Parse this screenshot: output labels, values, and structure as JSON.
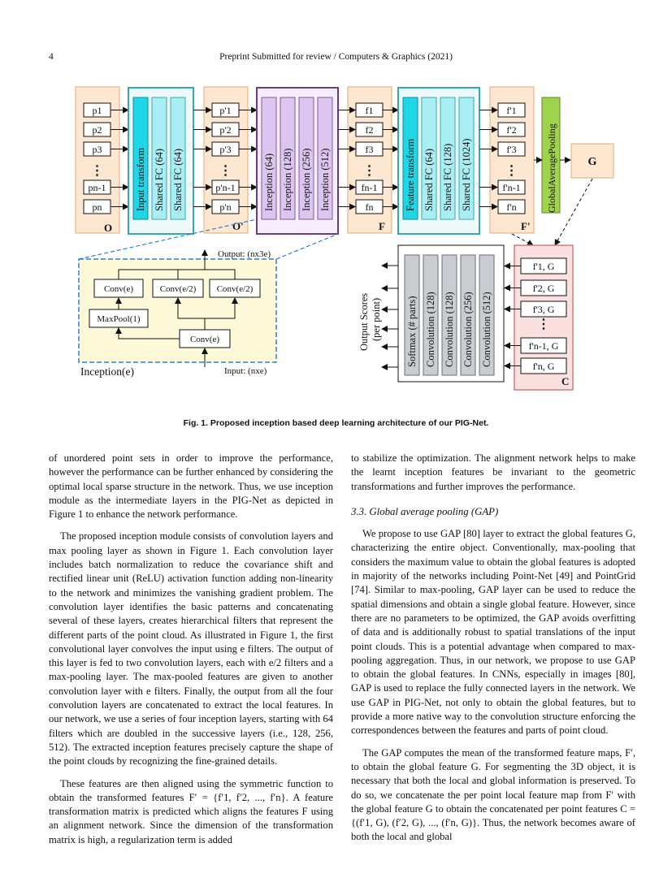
{
  "header": {
    "page_number": "4",
    "title": "Preprint Submitted for review / Computers & Graphics (2021)"
  },
  "figure": {
    "caption": "Fig. 1. Proposed inception based deep learning architecture of our PIG-Net.",
    "points_O": [
      "p1",
      "p2",
      "p3",
      "…",
      "pn-1",
      "pn"
    ],
    "points_O_prime": [
      "p'1",
      "p'2",
      "p'3",
      "…",
      "p'n-1",
      "p'n"
    ],
    "features_F": [
      "f1",
      "f2",
      "f3",
      "…",
      "fn-1",
      "fn"
    ],
    "features_F_prime": [
      "f'1",
      "f'2",
      "f'3",
      "…",
      "f'n-1",
      "f'n"
    ],
    "concat_C": [
      "f'1, G",
      "f'2, G",
      "f'3, G",
      "…",
      "f'n-1, G",
      "f'n, G"
    ],
    "label_O": "O",
    "label_O_prime": "O'",
    "label_F": "F",
    "label_F_prime": "F'",
    "label_G": "G",
    "label_C": "C",
    "input_block": [
      "Input transform",
      "Shared FC (64)",
      "Shared FC (64)"
    ],
    "inception_block": [
      "Inception  (64)",
      "Inception (128)",
      "Inception (256)",
      "Inception (512)"
    ],
    "feature_block": [
      "Feature transform",
      "Shared FC (64)",
      "Shared FC (128)",
      "Shared FC (1024)"
    ],
    "gap_label": "GlobalAveragePooling",
    "seg_block": [
      "Softmax (# parts)",
      "Convolution (128)",
      "Convolution (128)",
      "Convolution (256)",
      "Convolution (512)"
    ],
    "output_scores": [
      "Output Scores",
      "(per point)"
    ],
    "inception_detail": {
      "title": "Inception(e)",
      "output": "Output: (nx3e)",
      "input": "Input: (nxe)",
      "conv_e_left": "Conv(e)",
      "conv_e2_a": "Conv(e/2)",
      "conv_e2_b": "Conv(e/2)",
      "maxpool": "MaxPool(1)",
      "conv_e_bottom": "Conv(e)"
    }
  },
  "left_column": [
    "of unordered point sets in order to improve the performance, however the performance can be further enhanced by considering the optimal local sparse structure in the network. Thus, we use inception module as the intermediate layers in the PIG-Net as depicted in Figure 1 to enhance the network performance.",
    "The proposed inception module consists of convolution layers and max pooling layer as shown in Figure 1.  Each convolution layer includes batch normalization to reduce the covariance shift and rectified linear unit (ReLU) activation function adding non-linearity to the network and minimizes the vanishing gradient problem.  The convolution layer identifies the basic patterns and concatenating several of these layers, creates hierarchical filters that represent the different parts of the point cloud.  As illustrated in Figure 1, the first convolutional layer convolves the input using e filters.  The output of this layer is fed to two convolution layers, each with e/2 filters and a max-pooling layer.  The max-pooled features are given to another convolution layer with e filters. Finally, the output from all the four convolution layers are concatenated to extract the local features. In our network, we use a series of four inception layers, starting with 64 filters which are doubled in the successive layers (i.e., 128, 256, 512).  The extracted inception features precisely capture the shape of the point clouds by recognizing the fine-grained details.",
    "These features are then aligned using the symmetric function to obtain the transformed features F′ = {f′1, f′2, ..., f′n}.  A feature transformation matrix is predicted which aligns the features F using an alignment network. Since the dimension of the transformation matrix is high, a regularization term is added"
  ],
  "right_column": {
    "intro": "to stabilize the optimization.  The alignment network helps to make the learnt inception features be invariant to the geometric transformations and further improves the performance.",
    "heading": "3.3.  Global average pooling (GAP)",
    "paragraphs": [
      "We propose to use GAP [80] layer to extract the global features G, characterizing the entire object. Conventionally, max-pooling that considers the maximum value to obtain the global features is adopted in majority of the networks including Point-Net [49] and PointGrid [74].  Similar to max-pooling, GAP layer can be used to reduce the spatial dimensions and obtain a single global feature. However, since there are no parameters to be optimized, the GAP avoids overfitting of data and is additionally robust to spatial translations of the input point clouds. This is a potential advantage when compared to max-pooling aggregation. Thus, in our network, we propose to use GAP to obtain the global features. In CNNs, especially in images [80], GAP is used to replace the fully connected layers in the network.  We use GAP in PIG-Net, not only to obtain the global features, but to provide a more native way to the convolution structure enforcing the correspondences between the features and parts of point cloud.",
      "The GAP computes the mean of the transformed feature maps, F′, to obtain the global feature G. For segmenting the 3D object, it is necessary that both the local and global information is preserved.  To do so, we concatenate the per point local feature map from F′ with the global feature G to obtain the concatenated per point features C = {(f′1, G), (f′2, G), ..., (f′n, G)}. Thus, the network becomes aware of both the local and global"
    ]
  }
}
